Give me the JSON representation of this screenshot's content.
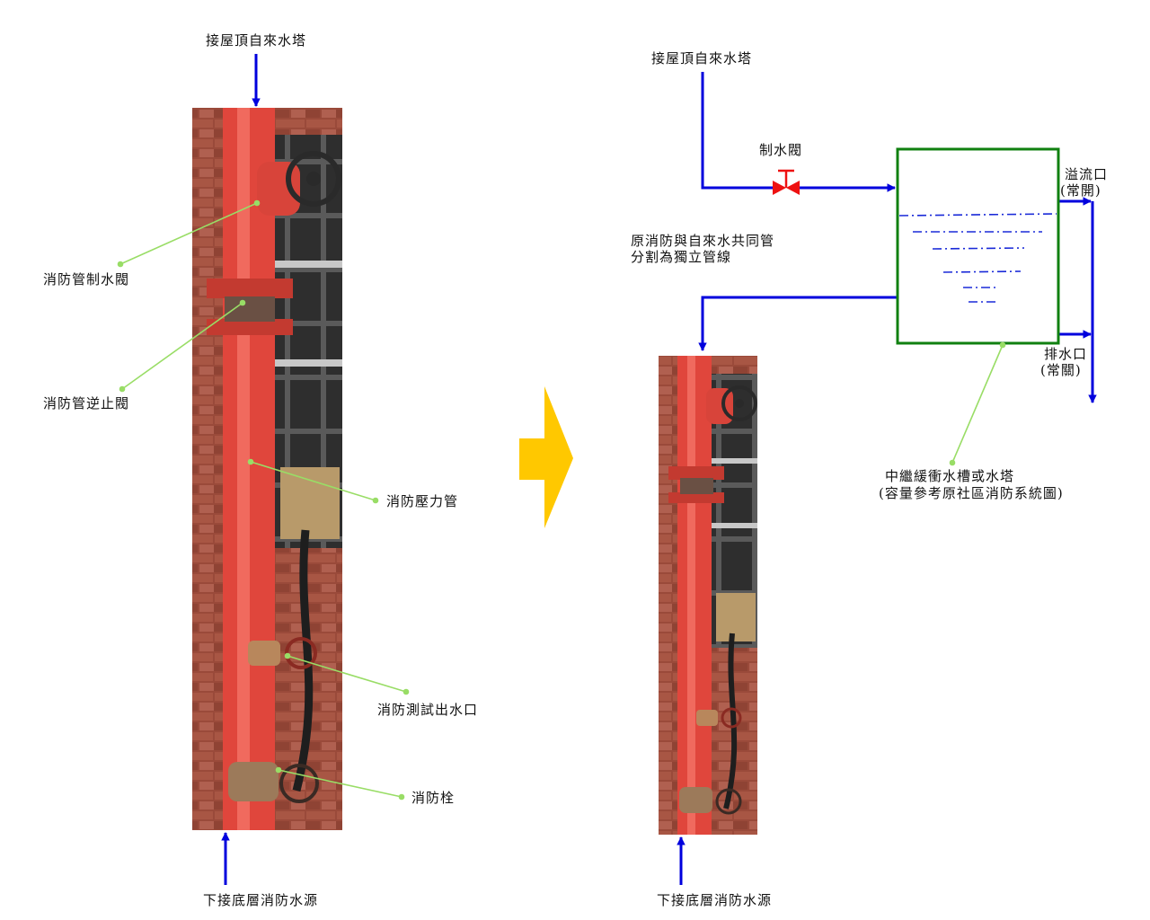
{
  "left": {
    "top_source": "接屋頂自來水塔",
    "bottom_source": "下接底層消防水源",
    "labels": {
      "control_valve": "消防管制水閥",
      "check_valve": "消防管逆止閥",
      "pressure_pipe": "消防壓力管",
      "test_outlet": "消防測試出水口",
      "hydrant": "消防栓"
    }
  },
  "right": {
    "top_source": "接屋頂自來水塔",
    "bottom_source": "下接底層消防水源",
    "valve_label": "制水閥",
    "note_line1": "原消防與自來水共同管",
    "note_line2": "分割為獨立管線",
    "overflow_label": "溢流口",
    "overflow_state": "(常開)",
    "drain_label": "排水口",
    "drain_state": "(常關)",
    "tank_label_line1": "中繼緩衝水槽或水塔",
    "tank_label_line2": "(容量參考原社區消防系統圖)"
  },
  "colors": {
    "pipe_line": "#0000dd",
    "leader_line": "#99dd66",
    "tank_outline": "#108010",
    "valve": "#ee1111",
    "arrow": "#ffc800",
    "fire_pipe": "#e8443a"
  }
}
